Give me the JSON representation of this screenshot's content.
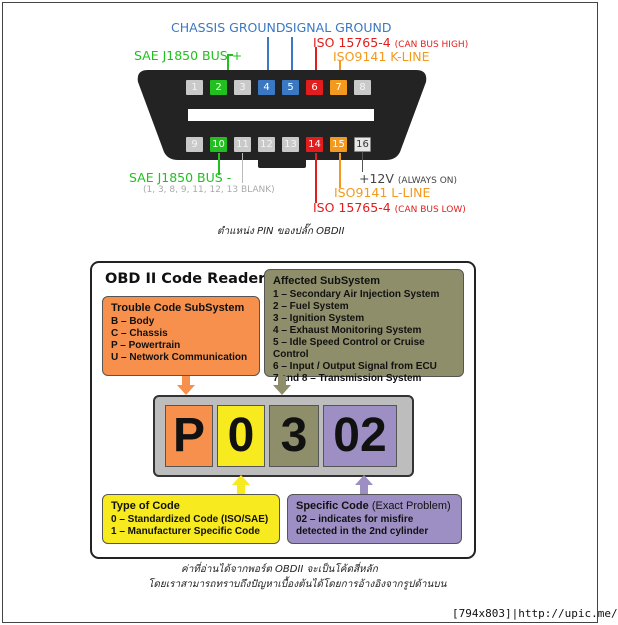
{
  "connector": {
    "top_labels": {
      "chassis_ground": "CHASSIS GROUND",
      "signal_ground": "SIGNAL GROUND",
      "can_high_main": "ISO 15765-4",
      "can_high_small": "(CAN BUS HIGH)",
      "k_line": "ISO9141 K-LINE",
      "j1850_plus": "SAE J1850 BUS +"
    },
    "bottom_labels": {
      "j1850_minus": "SAE J1850 BUS -",
      "blank_pins": "(1, 3, 8, 9, 11, 12, 13 BLANK)",
      "v12_main": "+12V",
      "v12_small": "(ALWAYS ON)",
      "l_line": "ISO9141 L-LINE",
      "can_low_main": "ISO 15765-4",
      "can_low_small": "(CAN BUS LOW)"
    },
    "top_pins": [
      "1",
      "2",
      "3",
      "4",
      "5",
      "6",
      "7",
      "8"
    ],
    "bottom_pins": [
      "9",
      "10",
      "11",
      "12",
      "13",
      "14",
      "15",
      "16"
    ],
    "colors": {
      "green": "#22c01f",
      "blue": "#3a78c3",
      "red": "#e21d1d",
      "orange": "#f39a1e",
      "grey": "#c9c9c9",
      "dark": "#3c3c3c",
      "body": "#232323"
    }
  },
  "caption_top": "ตำแหน่ง PIN ของปลั๊ก OBDII",
  "reader": {
    "title": "OBD II Code Reader",
    "trouble": {
      "title": "Trouble Code SubSystem",
      "items": [
        "B – Body",
        "C – Chassis",
        "P – Powertrain",
        "U – Network Communication"
      ]
    },
    "affected": {
      "title": "Affected SubSystem",
      "items": [
        "1 – Secondary Air Injection System",
        "2 – Fuel System",
        "3 – Ignition System",
        "4 – Exhaust Monitoring System",
        "5 – Idle Speed Control or Cruise Control",
        "6 – Input / Output Signal from ECU",
        "7 and 8 – Transmission System"
      ]
    },
    "code": {
      "c1": "P",
      "c2": "0",
      "c3": "3",
      "c4": "02"
    },
    "type": {
      "title": "Type of Code",
      "items": [
        "0 – Standardized Code (ISO/SAE)",
        "1 – Manufacturer Specific Code"
      ]
    },
    "specific": {
      "title": "Specific Code",
      "title_suffix": "(Exact Problem)",
      "line1": "02 –  indicates for misfire",
      "line2": "detected in the 2nd cylinder"
    },
    "colors": {
      "orange": "#f7904d",
      "olive": "#8f8e6a",
      "yellow": "#f7ea1e",
      "purple": "#9d8fc3"
    }
  },
  "caption_bottom_1": "ค่าที่อ่านได้จากพอร์ต OBDII จะเป็นโค้ดสี่หลัก",
  "caption_bottom_2": "โดยเราสามารถทราบถึงปัญหาเบื้องต้นได้โดยการอ้างอิงจากรูปด้านบน",
  "watermark": "[794x803]|http://upic.me/"
}
